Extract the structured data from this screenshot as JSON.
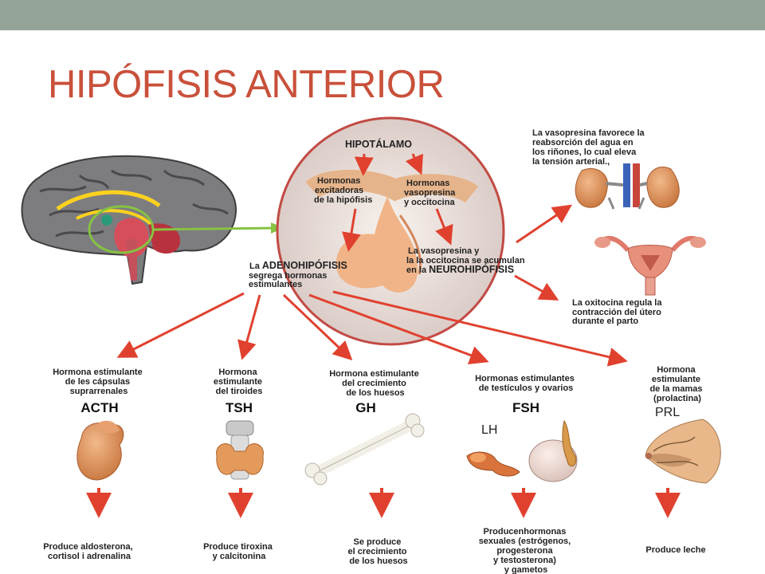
{
  "slide": {
    "title": "HIPÓFISIS ANTERIOR",
    "colors": {
      "topbar": "#94a498",
      "title": "#c9503a",
      "arrow": "#e0412f"
    }
  },
  "diagram": {
    "hypothalamus": "HIPOTÁLAMO",
    "excitatory": [
      "Hormonas",
      "excitadoras",
      "de la hipófisis"
    ],
    "vasopressin": [
      "Hormonas",
      "vasopresina",
      "y occitocina"
    ],
    "neuro": [
      "La vasopresina y",
      "la la occitocina se acumulan",
      "en la ",
      "NEUROHIPÓFISIS"
    ],
    "adeno": [
      "La ",
      "ADENOHIPÓFISIS",
      "segrega hormonas",
      "estimulantes"
    ],
    "vaso_effect": [
      "La vasopresina favorece la",
      "reabsorción del agua en",
      "los riñones, lo cual eleva",
      "la tensión arterial.,"
    ],
    "oxy_effect": [
      "La oxitocina regula la",
      "contracción del útero",
      "durante el parto"
    ],
    "labels": {
      "lh": "LH",
      "prl": "PRL"
    },
    "targets": [
      {
        "caption": [
          "Hormona estimulante",
          "de les cápsulas",
          "suprarrenales"
        ],
        "abbr": "ACTH",
        "icon": "adrenal-icon",
        "product": [
          "Produce aldosterona,",
          "cortisol i adrenalina"
        ]
      },
      {
        "caption": [
          "Hormona",
          "estimulante",
          "del tiroides"
        ],
        "abbr": "TSH",
        "icon": "thyroid-icon",
        "product": [
          "Produce tiroxina",
          "y calcitonina"
        ]
      },
      {
        "caption": [
          "Hormona estimulante",
          "del crecimiento",
          "de los huesos"
        ],
        "abbr": "GH",
        "icon": "bone-icon",
        "product": [
          "Se produce",
          "el crecimiento",
          "de los huesos"
        ]
      },
      {
        "caption": [
          "Hormonas estimulantes",
          "de testículos y ovarios"
        ],
        "abbr": "FSH",
        "icon": "gonads-icon",
        "product": [
          "Producenhormonas",
          "sexuales (estrógenos,",
          "progesterona",
          "y testosterona)",
          "y gametos"
        ]
      },
      {
        "caption": [
          "Hormona",
          "estimulante",
          "de la mamas",
          "(prolactina)"
        ],
        "abbr": "",
        "icon": "breast-icon",
        "product": [
          "Produce leche"
        ]
      }
    ]
  }
}
